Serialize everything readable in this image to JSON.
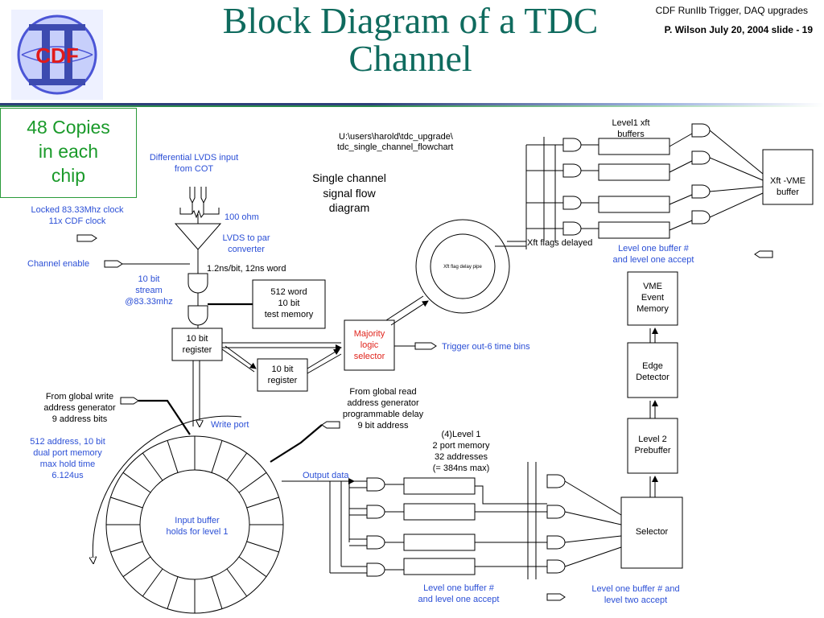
{
  "header": {
    "title_line1": "Block Diagram of a TDC",
    "title_line2": "Channel",
    "meta_line1": "CDF RunIIb  Trigger, DAQ upgrades",
    "meta_line2": "P. Wilson   July 20,  2004  slide - 19"
  },
  "logo": {
    "text": "CDF",
    "numeral": "II"
  },
  "callout": {
    "line1": "48 Copies",
    "line2": "in each",
    "line3": "chip"
  },
  "colors": {
    "title": "#0f6b5e",
    "label_blue": "#2b4fd6",
    "callout_green": "#1a9a2a",
    "majority_red": "#e0241c"
  },
  "diagram": {
    "path_line1": "U:\\users\\harold\\tdc_upgrade\\",
    "path_line2": "tdc_single_channel_flowchart",
    "flow_title": [
      "Single channel",
      "signal flow",
      "diagram"
    ],
    "diff_input": [
      "Differential LVDS input",
      "from COT"
    ],
    "clock": [
      "Locked 83.33Mhz clock",
      "11x CDF clock"
    ],
    "resistor": "100 ohm",
    "lvds": [
      "LVDS to par",
      "converter"
    ],
    "channel_enable": "Channel enable",
    "bitrate": "1.2ns/bit, 12ns word",
    "stream": [
      "10 bit",
      "stream",
      "@83.33mhz"
    ],
    "test_memory": [
      "512 word",
      "10 bit",
      "test memory"
    ],
    "register1": [
      "10 bit",
      "register"
    ],
    "register2": [
      "10 bit",
      "register"
    ],
    "majority": [
      "Majority",
      "logic",
      "selector"
    ],
    "trigger_out": "Trigger out-6 time bins",
    "xft_pipe": "Xft flag delay pipe",
    "xft_flags_delayed": "Xft flags delayed",
    "level1_xft": [
      "Level1 xft",
      "buffers"
    ],
    "xft_vme": [
      "Xft -VME",
      "buffer"
    ],
    "l1_accept_top": [
      "Level one buffer #",
      "and level one accept"
    ],
    "vme_event": [
      "VME",
      "Event",
      "Memory"
    ],
    "edge_detector": [
      "Edge",
      "Detector"
    ],
    "l2_prebuffer": [
      "Level 2",
      "Prebuffer"
    ],
    "selector": "Selector",
    "write_addr": [
      "From global write",
      "address generator",
      "9 address bits"
    ],
    "write_port": "Write port",
    "dual_port": [
      "512 address, 10 bit",
      "dual port memory",
      "max hold time",
      "6.124us"
    ],
    "read_addr": [
      "From global read",
      "address generator",
      "programmable delay",
      "9 bit address"
    ],
    "level1_mem": [
      "(4)Level 1",
      "2 port memory",
      "32 addresses",
      "(= 384ns max)"
    ],
    "output_data": "Output data",
    "input_buffer": [
      "Input buffer",
      "holds for level 1"
    ],
    "l1_accept_bottom": [
      "Level one buffer #",
      "and level one accept"
    ],
    "l1_l2_accept": [
      "Level one buffer #  and",
      "level two accept"
    ]
  }
}
